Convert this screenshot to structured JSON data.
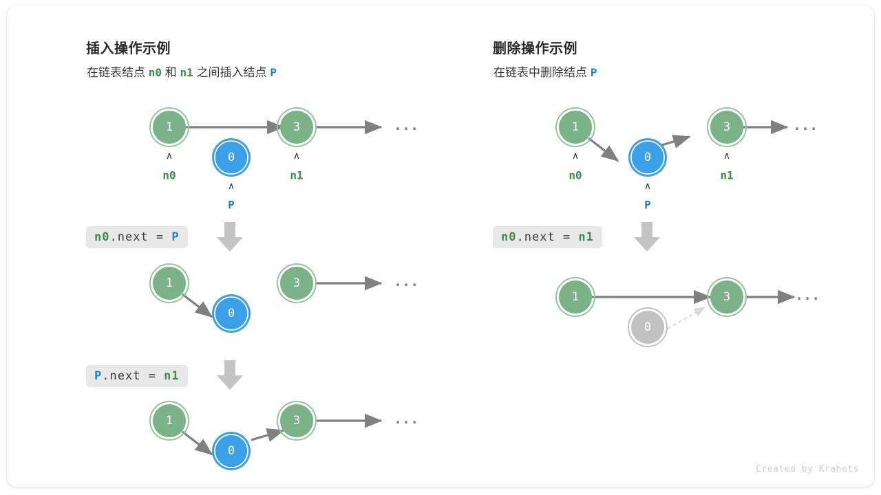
{
  "colors": {
    "green_fill": "#7cb287",
    "green_ring": "#8fc79a",
    "blue_fill": "#3ca0e8",
    "blue_ring": "#3ca0e8",
    "gray_fill": "#c2c2c2",
    "gray_ring": "#c2c2c2",
    "arrow": "#808080",
    "dashed": "#d8d8d8",
    "label_green": "#3f8a4e",
    "label_blue": "#1f7fd0",
    "codebox_bg": "#e8e8e8",
    "card_bg": "#ffffff"
  },
  "left_panel": {
    "title": "插入操作示例",
    "subtitle_parts": [
      {
        "text": "在链表结点",
        "kind": "plain"
      },
      {
        "text": "n0",
        "kind": "green"
      },
      {
        "text": "和",
        "kind": "plain"
      },
      {
        "text": "n1",
        "kind": "green"
      },
      {
        "text": "之间插入结点",
        "kind": "plain"
      },
      {
        "text": "P",
        "kind": "blue"
      }
    ],
    "subtitle_plain": "在链表结点 n0 和 n1 之间插入结点 P",
    "steps": [
      {
        "code_tokens": [
          {
            "text": "n0",
            "kind": "green"
          },
          {
            "text": ".next = ",
            "kind": "plain"
          },
          {
            "text": "P",
            "kind": "blue"
          }
        ],
        "code_plain": "n0.next = P",
        "arrow_icon": "down-arrow-icon"
      },
      {
        "code_tokens": [
          {
            "text": "P",
            "kind": "blue"
          },
          {
            "text": ".next = ",
            "kind": "plain"
          },
          {
            "text": "n1",
            "kind": "green"
          }
        ],
        "code_plain": "P.next = n1",
        "arrow_icon": "down-arrow-icon"
      }
    ],
    "stages": [
      {
        "name": "before-insert",
        "nodes": [
          {
            "value": "1",
            "color": "green",
            "pointer": "n0",
            "pointer_color": "green"
          },
          {
            "value": "0",
            "color": "blue",
            "pointer": "P",
            "pointer_color": "blue"
          },
          {
            "value": "3",
            "color": "green",
            "pointer": "n1",
            "pointer_color": "green"
          }
        ],
        "ellipsis": "..."
      },
      {
        "name": "after-n0-next-p",
        "nodes": [
          {
            "value": "1",
            "color": "green"
          },
          {
            "value": "0",
            "color": "blue"
          },
          {
            "value": "3",
            "color": "green"
          }
        ],
        "ellipsis": "..."
      },
      {
        "name": "after-p-next-n1",
        "nodes": [
          {
            "value": "1",
            "color": "green"
          },
          {
            "value": "0",
            "color": "blue"
          },
          {
            "value": "3",
            "color": "green"
          }
        ],
        "ellipsis": "..."
      }
    ]
  },
  "right_panel": {
    "title": "删除操作示例",
    "subtitle_parts": [
      {
        "text": "在链表中删除结点",
        "kind": "plain"
      },
      {
        "text": "P",
        "kind": "blue"
      }
    ],
    "subtitle_plain": "在链表中删除结点 P",
    "steps": [
      {
        "code_tokens": [
          {
            "text": "n0",
            "kind": "green"
          },
          {
            "text": ".next = ",
            "kind": "plain"
          },
          {
            "text": "n1",
            "kind": "green"
          }
        ],
        "code_plain": "n0.next = n1",
        "arrow_icon": "down-arrow-icon"
      }
    ],
    "stages": [
      {
        "name": "before-delete",
        "nodes": [
          {
            "value": "1",
            "color": "green",
            "pointer": "n0",
            "pointer_color": "green"
          },
          {
            "value": "0",
            "color": "blue",
            "pointer": "P",
            "pointer_color": "blue"
          },
          {
            "value": "3",
            "color": "green",
            "pointer": "n1",
            "pointer_color": "green"
          }
        ],
        "ellipsis": "..."
      },
      {
        "name": "after-delete",
        "nodes": [
          {
            "value": "1",
            "color": "green"
          },
          {
            "value": "0",
            "color": "gray"
          },
          {
            "value": "3",
            "color": "green"
          }
        ],
        "ellipsis": "..."
      }
    ]
  },
  "credit": "Created by Krahets"
}
